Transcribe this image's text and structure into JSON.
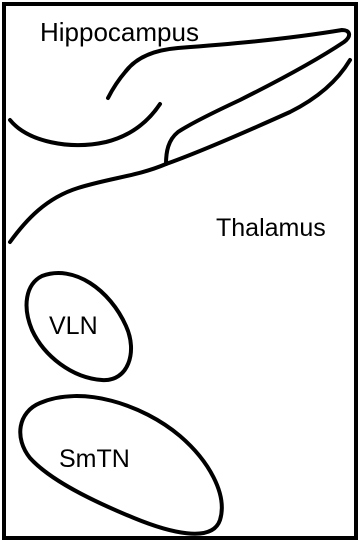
{
  "labels": {
    "hippocampus": "Hippocampus",
    "thalamus": "Thalamus",
    "vln": "VLN",
    "smtn": "SmTN"
  },
  "style": {
    "line_color": "#000000",
    "background": "#ffffff"
  }
}
